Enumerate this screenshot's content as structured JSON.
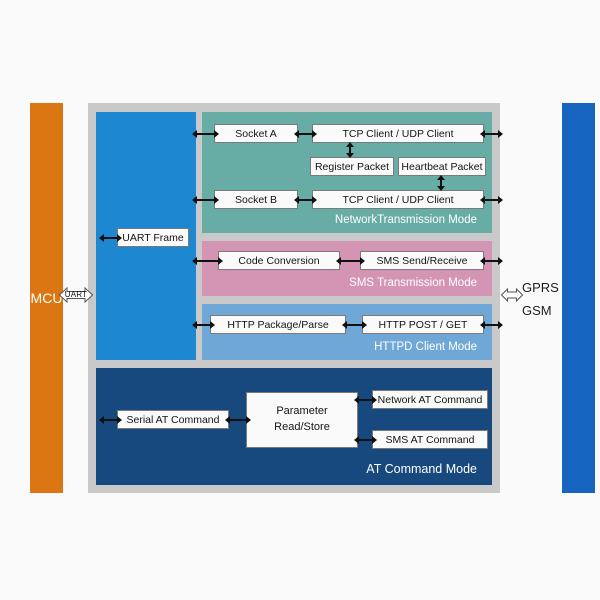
{
  "diagram": {
    "mcu": {
      "label": "MCU"
    },
    "uart_connector": {
      "label": "UART"
    },
    "gsm_side": {
      "line1": "GPRS",
      "line2": "GSM"
    },
    "uart_block": {
      "uart_frame": "UART Frame"
    },
    "network_mode": {
      "socket_a": "Socket A",
      "tcp_client_top": "TCP Client / UDP Client",
      "register_packet": "Register Packet",
      "heartbeat_packet": "Heartbeat Packet",
      "socket_b": "Socket B",
      "tcp_client_bottom": "TCP Client / UDP Client",
      "label": "NetworkTransmission Mode"
    },
    "sms_mode": {
      "code_conversion": "Code Conversion",
      "sms_send_receive": "SMS Send/Receive",
      "label": "SMS Transmission Mode"
    },
    "httpd_mode": {
      "http_package_parse": "HTTP Package/Parse",
      "http_post_get": "HTTP POST / GET",
      "label": "HTTPD Client Mode"
    },
    "at_mode": {
      "serial_at_command": "Serial AT Command",
      "parameter_line1": "Parameter",
      "parameter_line2": "Read/Store",
      "network_at_command": "Network AT Command",
      "sms_at_command": "SMS AT Command",
      "label": "AT Command Mode"
    },
    "colors": {
      "mcu_bar": "#DC7612",
      "gsm_bar": "#1565C0",
      "container": "#C9C9C9",
      "uart_block": "#1E87D2",
      "network_block": "#68ADA5",
      "sms_block": "#D494B4",
      "httpd_block": "#6FA7D6",
      "at_block": "#17497F"
    }
  }
}
